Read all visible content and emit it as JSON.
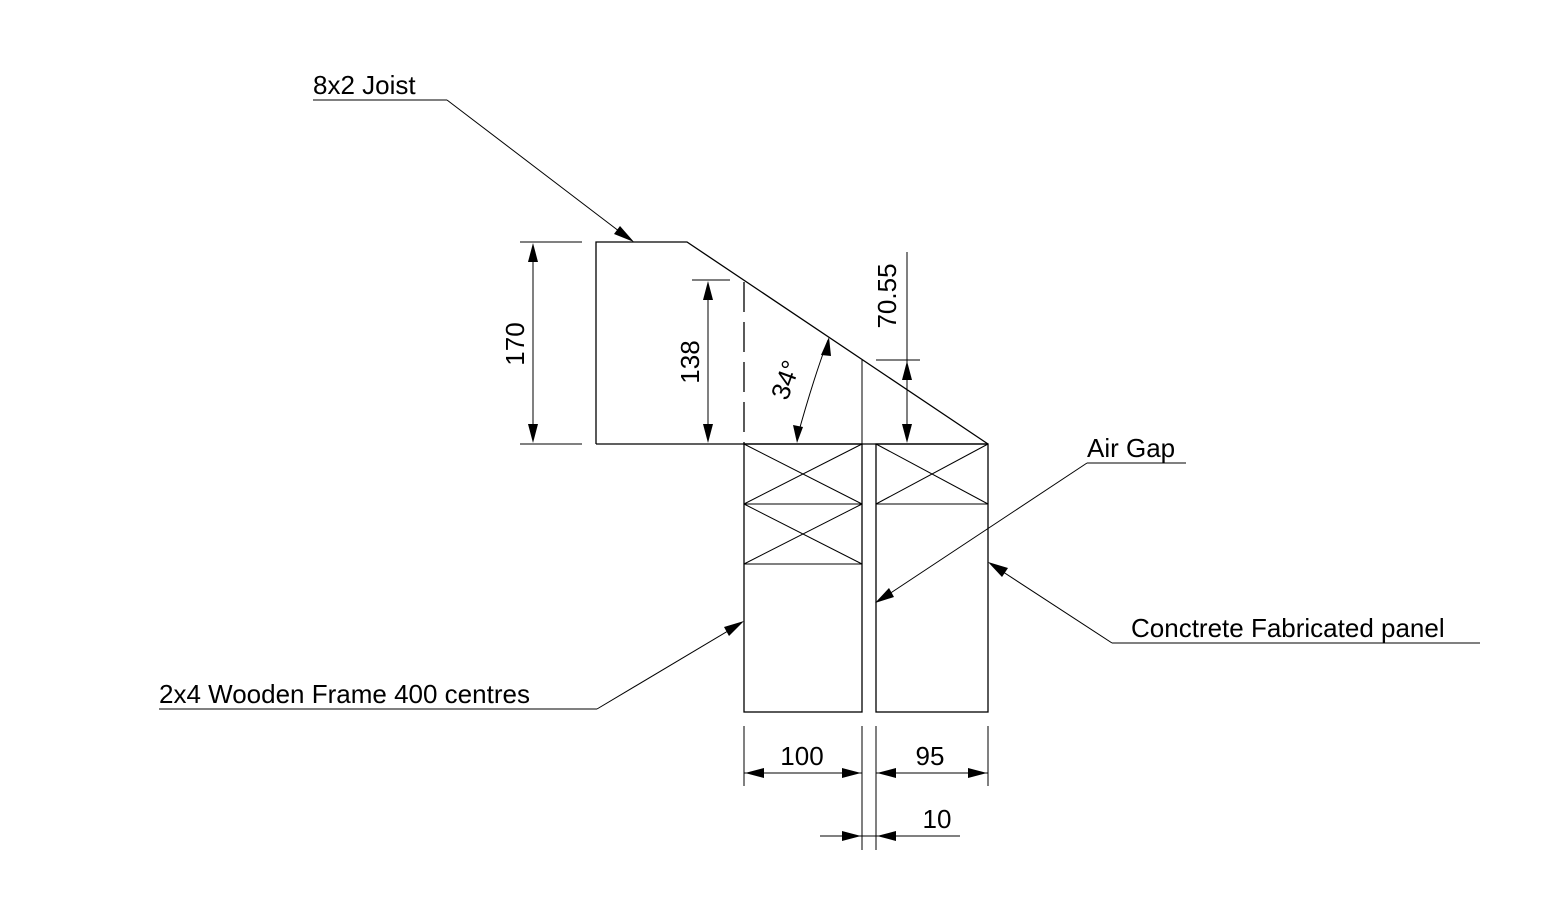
{
  "labels": {
    "joist": "8x2 Joist",
    "air_gap": "Air Gap",
    "panel": "Conctrete Fabricated panel",
    "frame": "2x4 Wooden Frame 400 centres"
  },
  "dimensions": {
    "total_height": "170",
    "inner_height": "138",
    "angle": "34°",
    "top_offset": "70.55",
    "frame_width": "100",
    "panel_width": "95",
    "gap_width": "10"
  }
}
